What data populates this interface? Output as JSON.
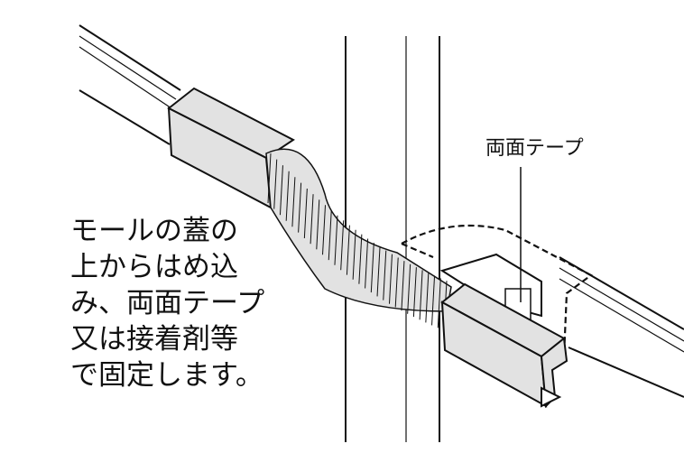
{
  "tape_label": "両面テープ",
  "instructions": [
    "モールの蓋の",
    "上からはめ込",
    "み、両面テープ",
    "又は接着剤等",
    "で固定します。"
  ],
  "colors": {
    "duct_fill": "#e2e2e2",
    "line": "#111111"
  }
}
